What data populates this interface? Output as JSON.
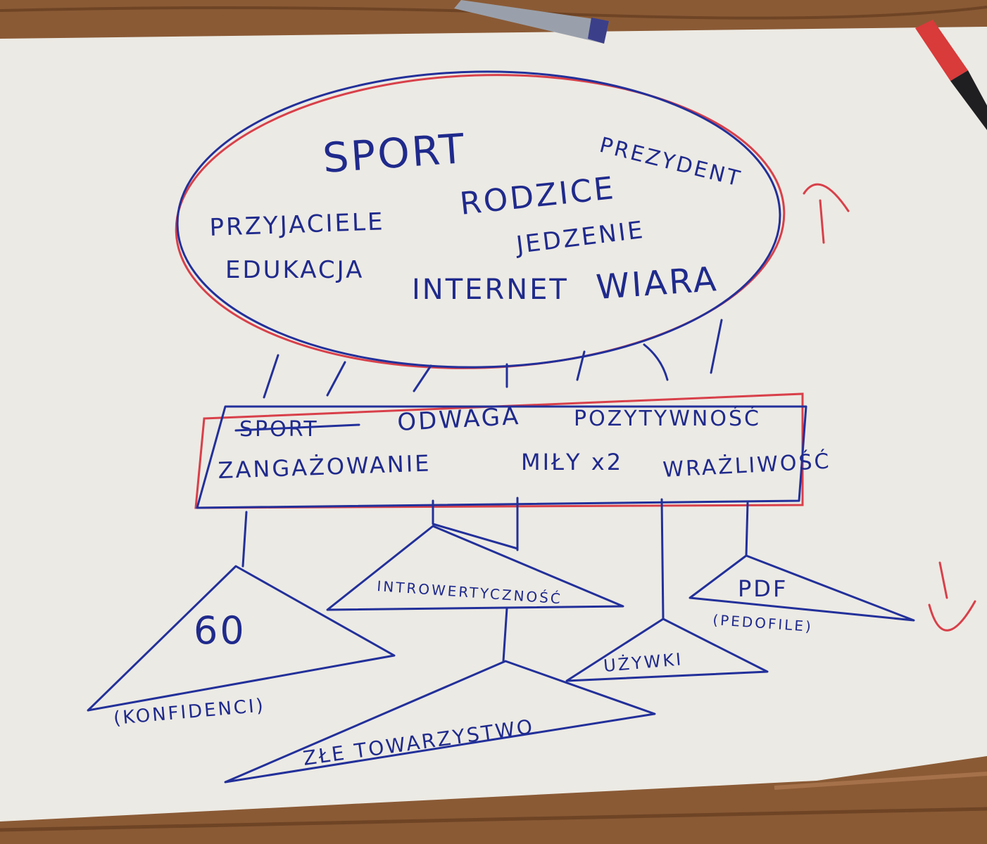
{
  "colors": {
    "ink_blue": "#22309a",
    "ink_red": "#d8404a",
    "paper": "#eceae4",
    "wood": "#8a5a35"
  },
  "ellipse": {
    "words": [
      "SPORT",
      "PREZYDENT",
      "RODZICE",
      "PRZYJACIELE",
      "JEDZENIE",
      "EDUKACJA",
      "INTERNET",
      "WIARA"
    ]
  },
  "box": {
    "crossed_out": "SPORT",
    "row1": [
      "ODWAGA",
      "POZYTYWNOŚĆ"
    ],
    "row2": [
      "ZANGAŻOWANIE",
      "MIŁY x2",
      "WRAŻLIWOŚĆ"
    ]
  },
  "triangles": {
    "t1": {
      "label": "60",
      "sub": "(KONFIDENCI)"
    },
    "t2": {
      "label": "INTROWERTYCZNOŚĆ"
    },
    "t3": {
      "label": "ZŁE TOWARZYSTWO"
    },
    "t4": {
      "label": "UŻYWKI"
    },
    "t5": {
      "label": "PDF",
      "sub": "(PEDOFILE)"
    }
  },
  "arrows": {
    "up": "up-arrow-icon",
    "down": "down-arrow-icon"
  }
}
